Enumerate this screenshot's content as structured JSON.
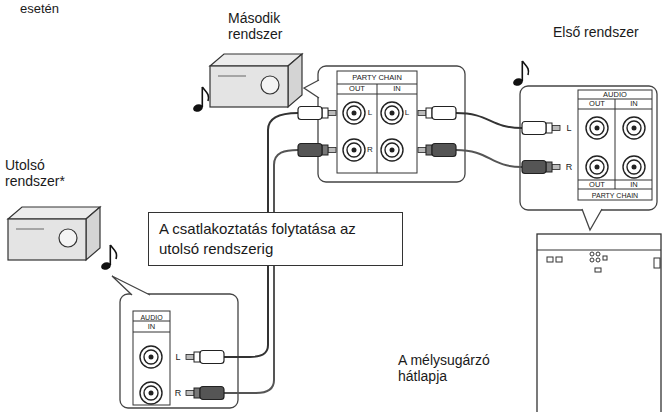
{
  "diagram": {
    "nodes": [
      {
        "text": [
          "A csatlakoztatás folytatása az utolsó rendszerig"
        ]
      }
    ],
    "labels": [
      "esetén",
      "Második rendszer",
      "Első rendszer",
      "Utolsó rendszer*",
      "A mélysugárzó hátlapja",
      "PARTY CHAIN",
      "OUT",
      "IN",
      "L",
      "R",
      "L",
      "AUDIO",
      "OUT",
      "IN",
      "L",
      "R",
      "OUT",
      "IN",
      "PARTY CHAIN",
      "AUDIO",
      "IN",
      "L",
      "R"
    ]
  }
}
